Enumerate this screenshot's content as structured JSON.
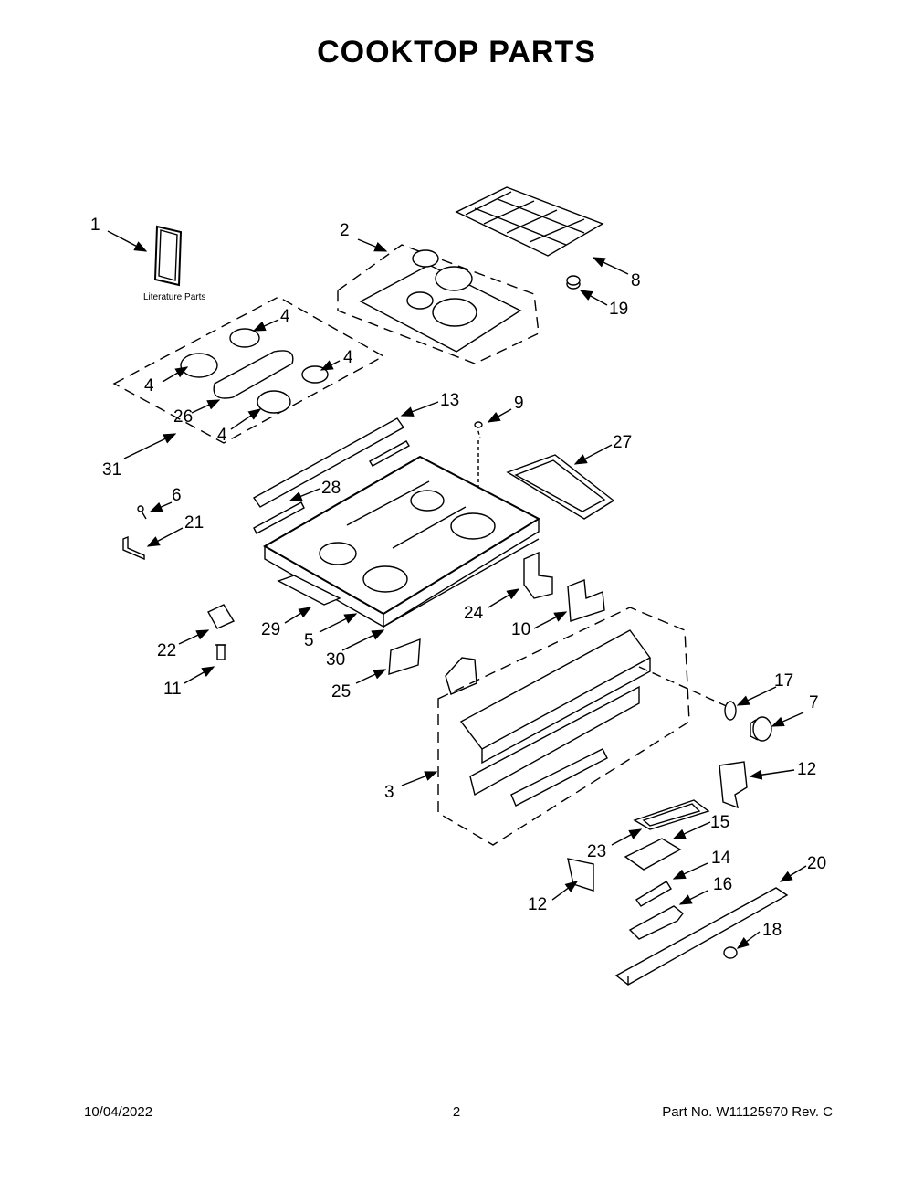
{
  "title": "COOKTOP PARTS",
  "literature_label": "Literature Parts",
  "callouts": [
    "1",
    "2",
    "8",
    "19",
    "4",
    "4",
    "4",
    "26",
    "4",
    "31",
    "13",
    "9",
    "27",
    "28",
    "6",
    "21",
    "22",
    "29",
    "5",
    "24",
    "10",
    "30",
    "25",
    "11",
    "17",
    "7",
    "3",
    "12",
    "15",
    "23",
    "14",
    "12",
    "16",
    "20",
    "18"
  ],
  "footer": {
    "date": "10/04/2022",
    "page": "2",
    "part_number": "Part No.  W11125970  Rev.  C"
  }
}
